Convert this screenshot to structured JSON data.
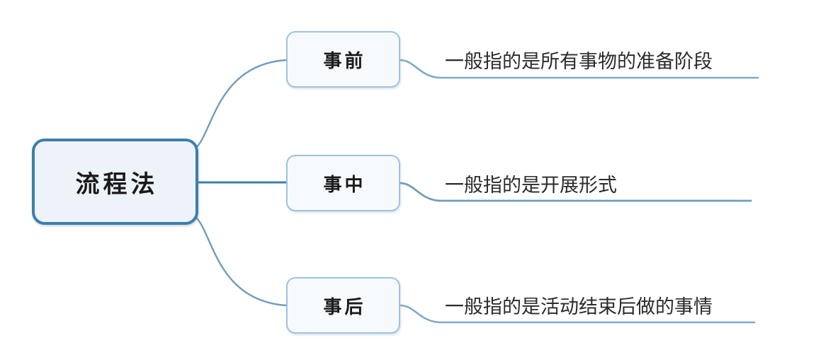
{
  "diagram": {
    "type": "mind-map",
    "background_color": "#ffffff",
    "root": {
      "label": "流程法",
      "border_color": "#3d7fab",
      "fill_color": "#eef3fa"
    },
    "branches": [
      {
        "label": "事前",
        "detail": "一般指的是所有事物的准备阶段",
        "border_color": "#9dc3e0",
        "fill_color": "#f7fafd",
        "underline_color": "#7fa8c8"
      },
      {
        "label": "事中",
        "detail": "一般指的是开展形式",
        "border_color": "#9dc3e0",
        "fill_color": "#f7fafd",
        "underline_color": "#6f9cc0"
      },
      {
        "label": "事后",
        "detail": "一般指的是活动结束后做的事情",
        "border_color": "#9dc3e0",
        "fill_color": "#f7fafd",
        "underline_color": "#7fa8c8"
      }
    ],
    "connector_color": "#6f9cc0"
  }
}
